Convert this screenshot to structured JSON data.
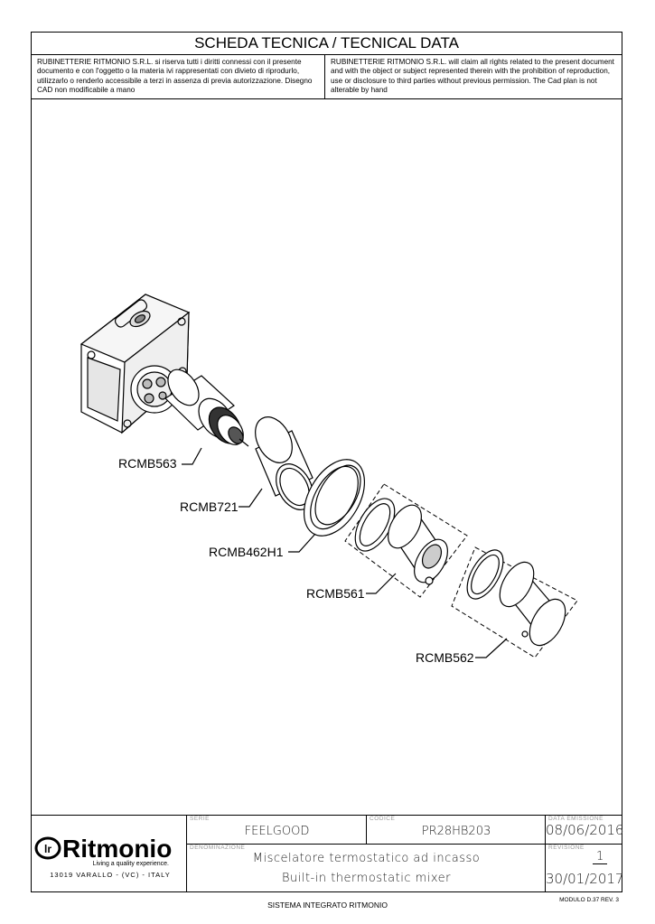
{
  "header": {
    "title": "SCHEDA TECNICA / TECNICAL DATA",
    "notice_it": "RUBINETTERIE RITMONIO S.R.L. si riserva tutti i diritti connessi con il presente documento e con l'oggetto o la materia ivi rappresentati con divieto di riprodurlo, utilizzarlo o renderlo accessibile a terzi in assenza di previa autorizzazione. Disegno CAD non modificabile a mano",
    "notice_en": "RUBINETTERIE RITMONIO S.R.L. will claim all rights related to the present document and with the object or subject represented therein with the prohibition of reproduction, use or disclosure to third parties without previous permission. The Cad plan is not alterable by hand"
  },
  "drawing": {
    "parts": [
      "RCMB563",
      "RCMB721",
      "RCMB462H1",
      "RCMB561",
      "RCMB562"
    ]
  },
  "title_block": {
    "logo_text": "Ritmonio",
    "logo_mark": "lr",
    "tagline": "Living a quality experience.",
    "address": "13019 VARALLO - (VC) - ITALY",
    "serie_label": "SERIE",
    "serie": "FEELGOOD",
    "codice_label": "CODICE",
    "codice": "PR28HB203",
    "data_emissione_label": "DATA EMISSIONE",
    "data_emissione": "08/06/2016",
    "denominazione_label": "DENOMINAZIONE",
    "denominazione_it": "Miscelatore termostatico ad incasso",
    "denominazione_en": "Built-in thermostatic mixer",
    "revisione_label": "REVISIONE",
    "revisione": "1",
    "data_revisione": "30/01/2017"
  },
  "footer": {
    "system": "SISTEMA INTEGRATO RITMONIO",
    "modulo": "MODULO D.37 REV. 3"
  }
}
